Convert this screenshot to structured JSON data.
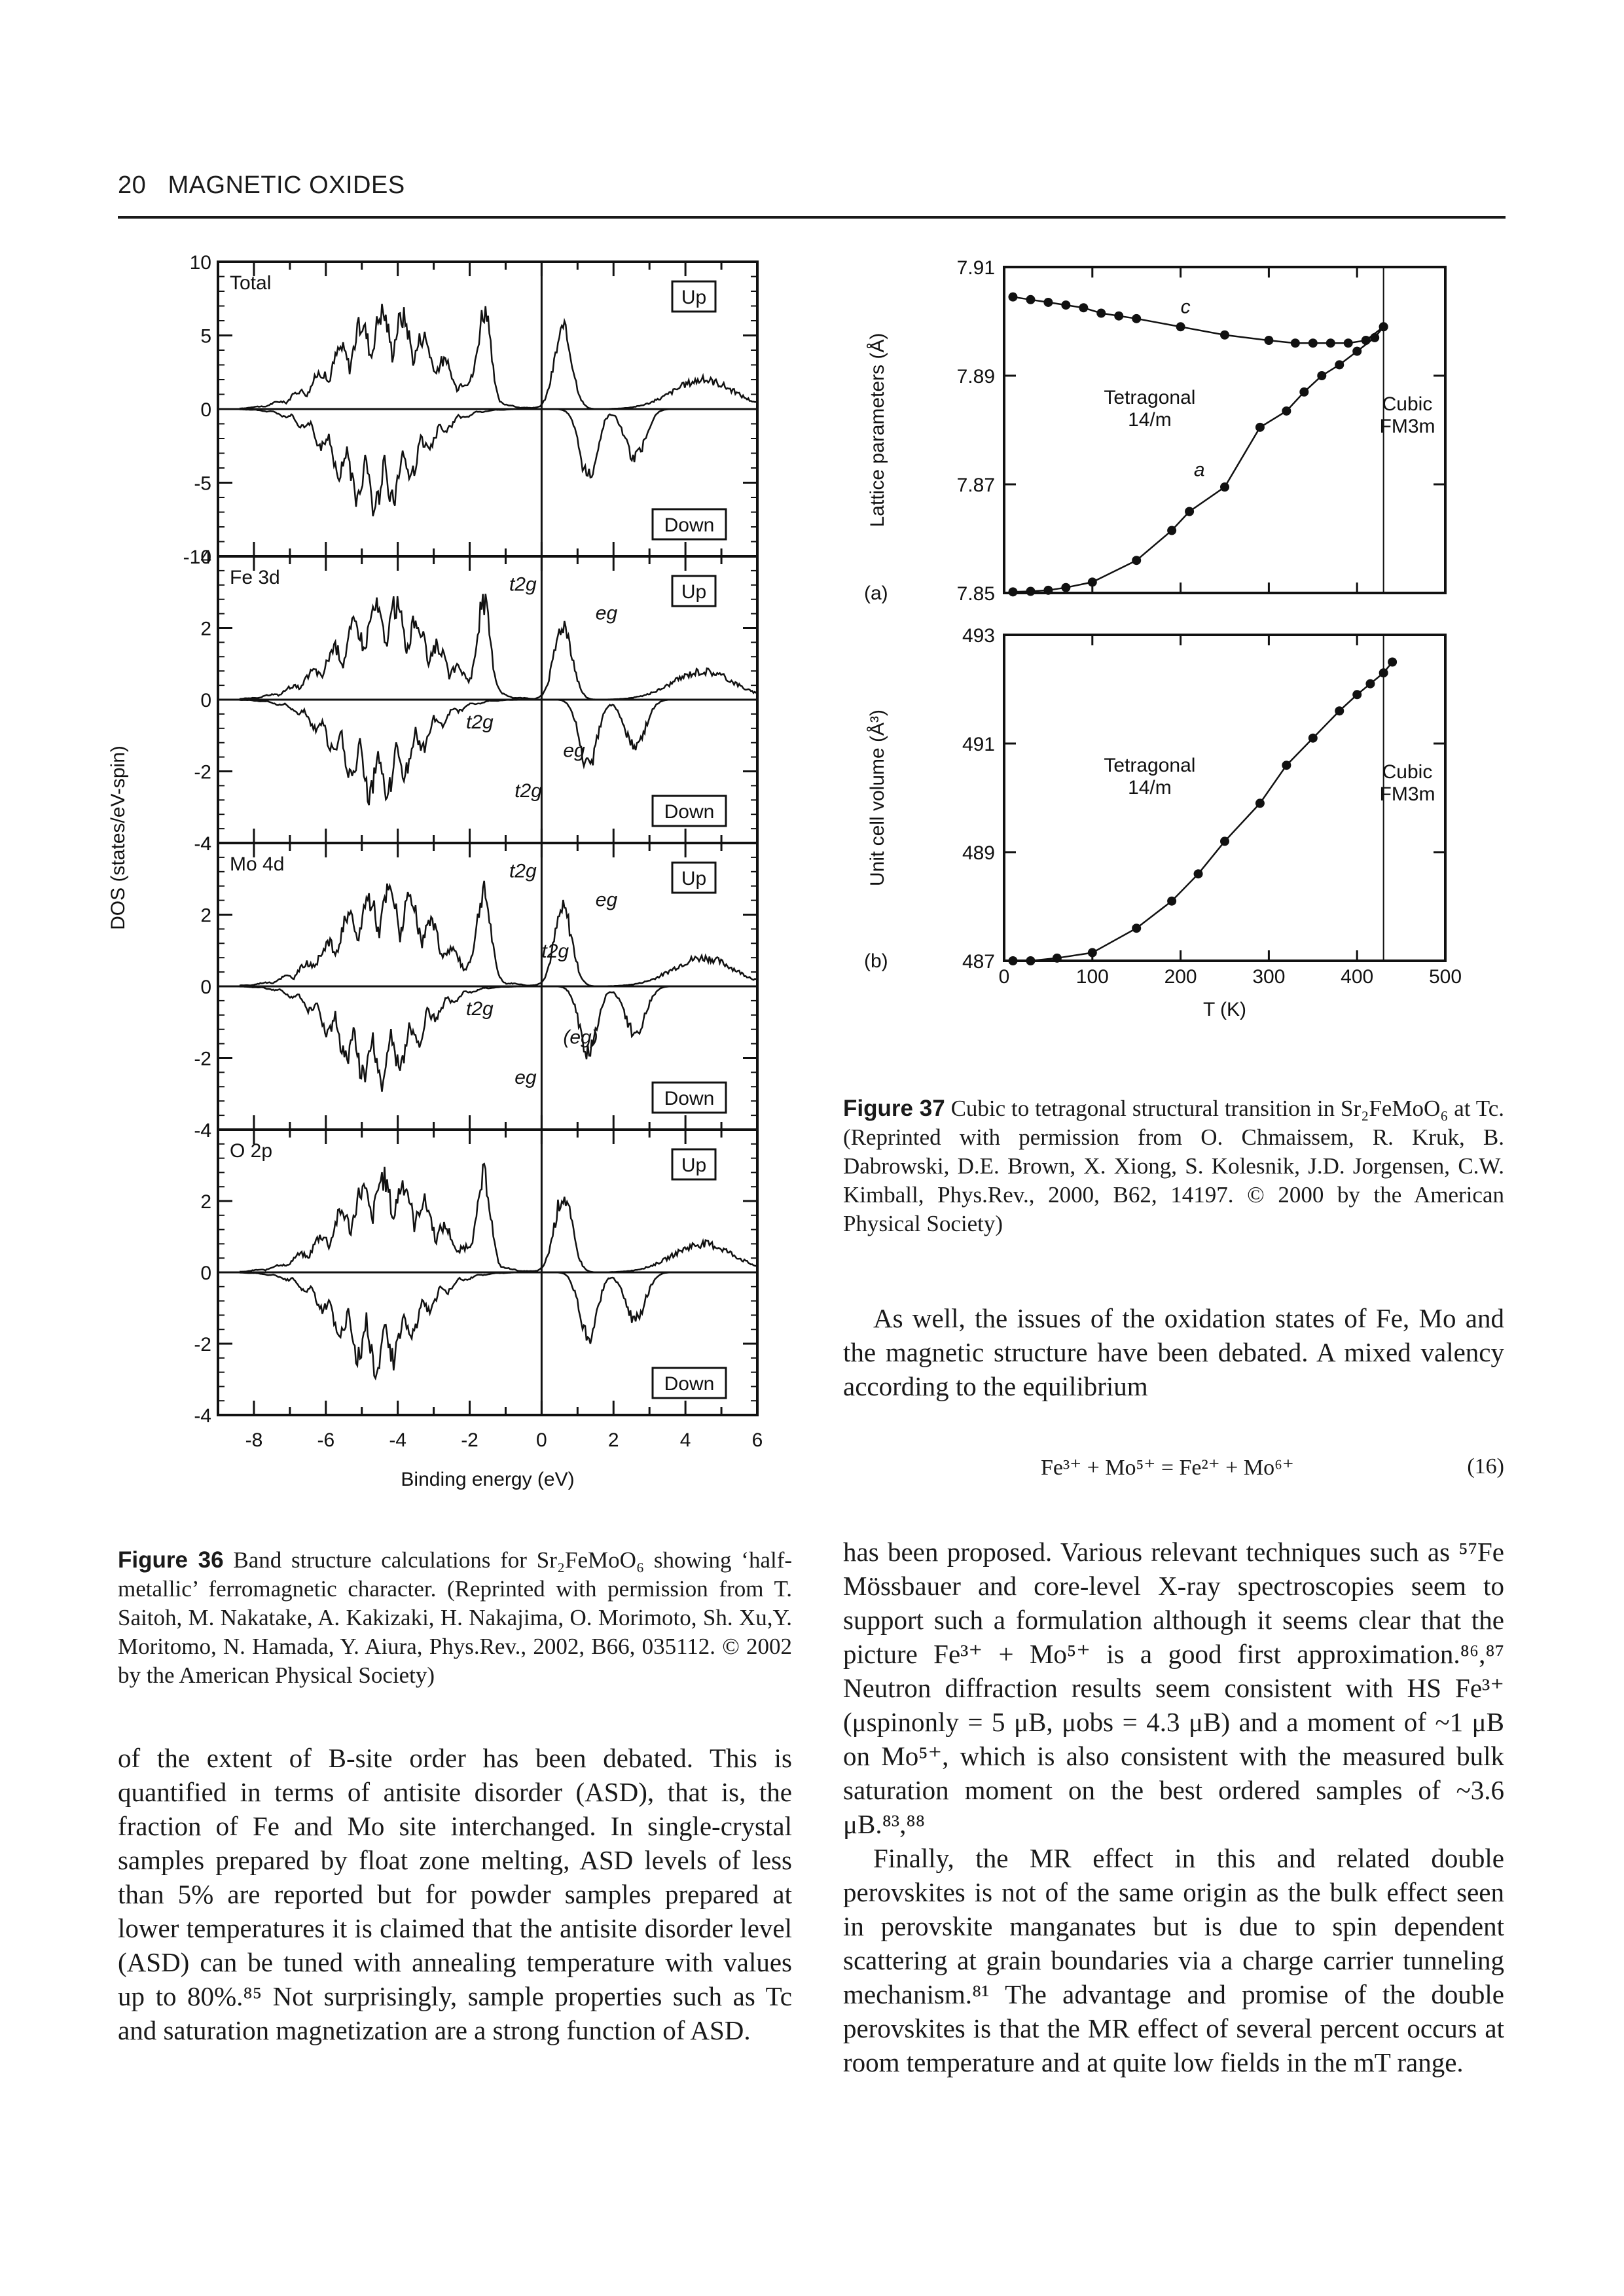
{
  "header": {
    "page_number": "20",
    "running_title": "MAGNETIC OXIDES"
  },
  "figure36": {
    "chart_data": {
      "type": "line",
      "title": "",
      "xlabel": "Binding energy (eV)",
      "ylabel": "DOS (states/eV-spin)",
      "x_ticks": [
        "-8",
        "-6",
        "-4",
        "-2",
        "0",
        "2",
        "4",
        "6"
      ],
      "xlim": [
        -9,
        6
      ],
      "panels": [
        {
          "name": "Total",
          "y_ticks": [
            "10",
            "5",
            "0",
            "-5",
            "-10"
          ],
          "ylim": [
            -10,
            10
          ],
          "spin_labels": [
            "Up",
            "Down"
          ],
          "annotations": []
        },
        {
          "name": "Fe 3d",
          "y_ticks": [
            "4",
            "2",
            "0",
            "-2",
            "-4"
          ],
          "ylim": [
            -4,
            4
          ],
          "spin_labels": [
            "Up",
            "Down"
          ],
          "annotations": [
            "t2g",
            "eg",
            "t2g",
            "eg",
            "t2g"
          ]
        },
        {
          "name": "Mo 4d",
          "y_ticks": [
            "4",
            "2",
            "0",
            "-2",
            "-4"
          ],
          "ylim": [
            -4,
            4
          ],
          "spin_labels": [
            "Up",
            "Down"
          ],
          "annotations": [
            "t2g",
            "eg",
            "t2g",
            "(eg)",
            "eg",
            "t2g"
          ]
        },
        {
          "name": "O 2p",
          "y_ticks": [
            "4",
            "2",
            "0",
            "-2",
            "-4"
          ],
          "ylim": [
            -4,
            4
          ],
          "spin_labels": [
            "Up",
            "Down"
          ],
          "annotations": []
        }
      ]
    },
    "caption_label": "Figure 36",
    "caption_text": "Band structure calculations for Sr₂FeMoO₆ showing ‘half-metallic’ ferromagnetic character. (Reprinted with permission from T. Saitoh, M. Nakatake, A. Kakizaki, H. Nakajima, O. Morimoto, Sh. Xu,Y. Moritomo, N. Hamada, Y. Aiura, Phys.Rev., 2002, B66, 035112. © 2002 by the American Physical Society)"
  },
  "figure37": {
    "chart_data": [
      {
        "type": "scatter",
        "panel_label": "(a)",
        "ylabel": "Lattice parameters (Å)",
        "y_ticks": [
          "7.91",
          "7.89",
          "7.87",
          "7.85"
        ],
        "ylim": [
          7.85,
          7.91
        ],
        "xlim": [
          0,
          500
        ],
        "region_labels": [
          "Tetragonal",
          "14/m",
          "Cubic",
          "FM3m"
        ],
        "series": [
          {
            "name": "c",
            "x": [
              10,
              30,
              50,
              70,
              90,
              110,
              130,
              150,
              200,
              250,
              300,
              330,
              350,
              370,
              390,
              410,
              430
            ],
            "y": [
              7.9045,
              7.904,
              7.9035,
              7.903,
              7.9025,
              7.9015,
              7.901,
              7.9005,
              7.899,
              7.8975,
              7.8965,
              7.896,
              7.896,
              7.896,
              7.896,
              7.8965,
              7.899
            ]
          },
          {
            "name": "a",
            "x": [
              10,
              30,
              50,
              70,
              100,
              150,
              190,
              210,
              250,
              290,
              320,
              340,
              360,
              380,
              400,
              420,
              430
            ],
            "y": [
              7.8502,
              7.8503,
              7.8505,
              7.851,
              7.852,
              7.856,
              7.8615,
              7.865,
              7.8695,
              7.8805,
              7.8835,
              7.887,
              7.89,
              7.892,
              7.8945,
              7.897,
              7.899
            ]
          }
        ]
      },
      {
        "type": "scatter",
        "panel_label": "(b)",
        "xlabel": "T (K)",
        "ylabel": "Unit cell volume (Å³)",
        "x_ticks": [
          "0",
          "100",
          "200",
          "300",
          "400",
          "500"
        ],
        "y_ticks": [
          "493",
          "491",
          "489",
          "487"
        ],
        "xlim": [
          0,
          500
        ],
        "ylim": [
          487,
          493
        ],
        "region_labels": [
          "Tetragonal",
          "14/m",
          "Cubic",
          "FM3m"
        ],
        "series": [
          {
            "name": "",
            "x": [
              10,
              30,
              60,
              100,
              150,
              190,
              220,
              250,
              290,
              320,
              350,
              380,
              400,
              415,
              430,
              440
            ],
            "y": [
              487.0,
              487.0,
              487.05,
              487.15,
              487.6,
              488.1,
              488.6,
              489.2,
              489.9,
              490.6,
              491.1,
              491.6,
              491.9,
              492.1,
              492.3,
              492.5
            ]
          }
        ]
      }
    ],
    "caption_label": "Figure 37",
    "caption_text": "Cubic to tetragonal structural transition in Sr₂FeMoO₆ at Tc. (Reprinted with permission from O. Chmaissem, R. Kruk, B. Dabrowski, D.E. Brown, X. Xiong, S. Kolesnik, J.D. Jorgensen, C.W. Kimball, Phys.Rev., 2000, B62, 14197. © 2000 by the American Physical Society)"
  },
  "text": {
    "left_para": "of the extent of B-site order has been debated. This is quantified in terms of antisite disorder (ASD), that is, the fraction of Fe and Mo site interchanged. In single-crystal samples prepared by float zone melting, ASD levels of less than 5% are reported but for powder samples prepared at lower temperatures it is claimed that the antisite disorder level (ASD) can be tuned with annealing temperature with values up to 80%.⁸⁵ Not surprisingly, sample properties such as Tc and saturation magnetization are a strong function of ASD.",
    "right_para1": "As well, the issues of the oxidation states of Fe, Mo and the magnetic structure have been debated. A mixed valency according to the equilibrium",
    "equation": "Fe³⁺ + Mo⁵⁺ = Fe²⁺ + Mo⁶⁺",
    "equation_number": "(16)",
    "right_para2": "has been proposed. Various relevant techniques such as ⁵⁷Fe Mössbauer and core-level X-ray spectroscopies seem to support such a formulation although it seems clear that the picture Fe³⁺ + Mo⁵⁺ is a good first approximation.⁸⁶,⁸⁷ Neutron diffraction results seem consistent with HS Fe³⁺ (μspinonly = 5 μB, μobs = 4.3 μB) and a moment of ~1 μB on Mo⁵⁺, which is also consistent with the measured bulk saturation moment on the best ordered samples of ~3.6 μB.⁸³,⁸⁸",
    "right_para3": "Finally, the MR effect in this and related double perovskites is not of the same origin as the bulk effect seen in perovskite manganates but is due to spin dependent scattering at grain boundaries via a charge carrier tunneling mechanism.⁸¹ The advantage and promise of the double perovskites is that the MR effect of several percent occurs at room temperature and at quite low fields in the mT range."
  }
}
